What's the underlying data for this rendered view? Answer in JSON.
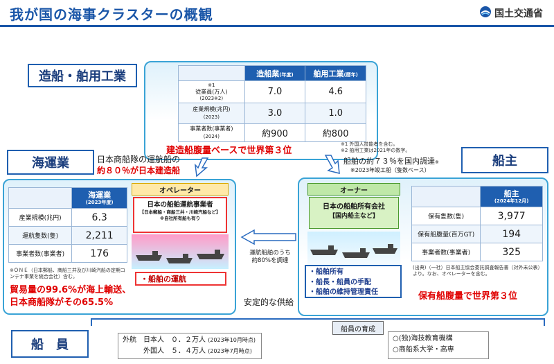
{
  "title": "我が国の海事クラスターの概観",
  "ministry": "国土交通省",
  "shipbuilding": {
    "label": "造船・舶用工業",
    "col1_header": "造船業",
    "col1_sub": "(年度)",
    "col2_header": "舶用工業",
    "col2_sub": "(暦年)",
    "rows": [
      {
        "label": "従業員(万人)",
        "sup": "※1",
        "sub": "(2023※2)",
        "v1": "7.0",
        "v2": "4.6"
      },
      {
        "label": "産業規模(兆円)",
        "sub": "(2023)",
        "v1": "3.0",
        "v2": "1.0"
      },
      {
        "label": "事業者数(事業者)",
        "sub": "(2024)",
        "v1": "約900",
        "v2": "約800"
      }
    ],
    "highlight": "建造船腹量ベースで世界第３位",
    "note1": "※1 外国人技能者を含む。",
    "note2": "※2 舶用工業は2021年の数字。"
  },
  "shipping": {
    "label": "海運業",
    "arrow_text_1": "日本商船隊の運航船の",
    "arrow_text_2": "約８０％が日本建造船",
    "table_header": "海運業",
    "table_sub": "(2023年度)",
    "rows": [
      {
        "label": "産業規模(兆円)",
        "value": "6.3"
      },
      {
        "label": "運航隻数(隻)",
        "value": "2,211"
      },
      {
        "label": "事業者数(事業者)",
        "value": "176"
      }
    ],
    "note": "※ＯＮＥ（日本郵船、商船三井及び川崎汽船の定期コンテナ事業を統合会社）含む。",
    "highlight_1": "貿易量の99.6%が海上輸送、",
    "highlight_2": "日本商船隊がその65.5%",
    "operator_header": "オペレーター",
    "operator_title": "日本の船舶運航事業者",
    "operator_sub1": "【日本郵船・商船三井・川崎汽船など】",
    "operator_sub2": "※自社所有船も有り",
    "operator_caption": "・船舶の運航"
  },
  "owner": {
    "label": "船主",
    "arrow_text_1": "船舶の約７３％を国内調達",
    "arrow_sup": "※",
    "arrow_text_2": "※2023年竣工船（隻数ベース）",
    "owner_header": "オーナー",
    "owner_title": "日本の船舶所有会社",
    "owner_sub": "【国内船主など】",
    "owner_items": [
      "・船舶所有",
      "・船長・船員の手配",
      "・船舶の維持管理責任"
    ],
    "table_header": "船主",
    "table_sub": "(2024年12月)",
    "rows": [
      {
        "label": "保有隻数(隻)",
        "value": "3,977"
      },
      {
        "label": "保有船腹量(百万GT)",
        "value": "194"
      },
      {
        "label": "事業者数(事業者)",
        "value": "325"
      }
    ],
    "note": "(出典)（一社）日本船主協会委託調査報告書（対外未公表）より。なお、オペレーターを含む。",
    "highlight": "保有船腹量で世界第３位"
  },
  "middle": {
    "charter_text_1": "運航船舶のうち",
    "charter_text_2": "約80%を調達",
    "supply_text": "安定的な供給"
  },
  "crew": {
    "label": "船　員",
    "training_label": "船員の育成",
    "line1_a": "外航　日本人　０．２万人",
    "line1_b": "(2023年10月時点)",
    "line2_a": "外国人　５．４万人",
    "line2_b": "(2023年7月時点)",
    "inst1": "○(独)海技教育機構",
    "inst2": "○商船系大学・高専"
  }
}
